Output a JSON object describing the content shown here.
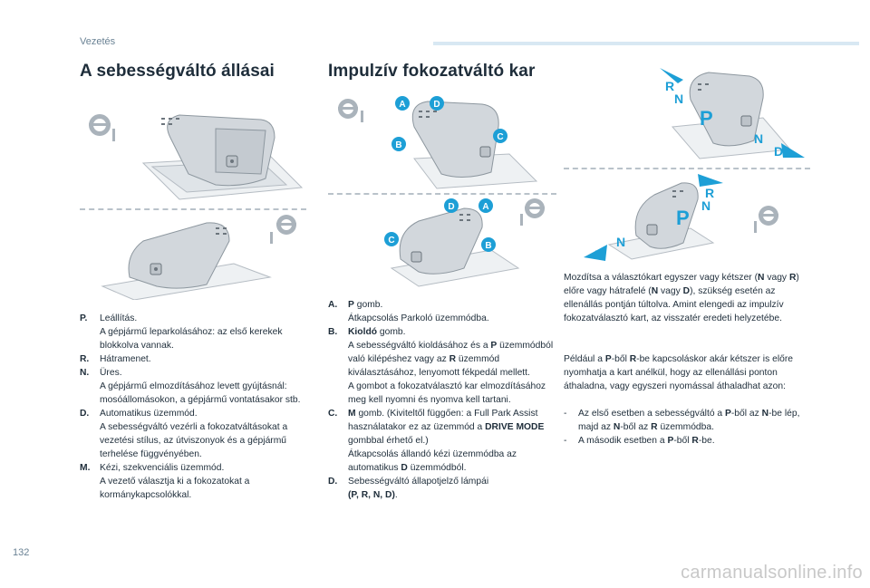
{
  "header": {
    "chapter": "Vezetés"
  },
  "left": {
    "title": "A sebességváltó állásai",
    "items": [
      {
        "key": "P.",
        "lines": [
          "Leállítás.",
          "A gépjármű leparkolásához: az első kerekek blokkolva vannak."
        ]
      },
      {
        "key": "R.",
        "lines": [
          "Hátramenet."
        ]
      },
      {
        "key": "N.",
        "lines": [
          "Üres.",
          "A gépjármű elmozdításához levett gyújtásnál: mosóállomásokon, a gépjármű vontatásakor stb."
        ]
      },
      {
        "key": "D.",
        "lines": [
          "Automatikus üzemmód.",
          "A sebességváltó vezérli a fokozatváltásokat a vezetési stílus, az útviszonyok és a gépjármű terhelése függvényében."
        ]
      },
      {
        "key": "M.",
        "lines": [
          "Kézi, szekvenciális üzemmód.",
          "A vezető választja ki a fokozatokat a kormánykapcsolókkal."
        ]
      }
    ]
  },
  "middle": {
    "title": "Impulzív fokozatváltó kar",
    "callouts": [
      "A",
      "B",
      "C",
      "D"
    ],
    "items": [
      {
        "key": "A.",
        "html": "<b>P</b> gomb.<br>Átkapcsolás Parkoló üzemmódba."
      },
      {
        "key": "B.",
        "html": "<b>Kioldó</b> gomb.<br>A sebességváltó kioldásához és a <b>P</b> üzemmódból való kilépéshez vagy az <b>R</b> üzemmód kiválasztásához, lenyomott fékpedál mellett.<br>A gombot a fokozatválasztó kar elmozdításához meg kell nyomni és nyomva kell tartani."
      },
      {
        "key": "C.",
        "html": "<b>M</b> gomb. (Kiviteltől függően: a Full Park Assist használatakor ez az üzemmód a <b>DRIVE MODE</b> gombbal érhető el.)<br>Átkapcsolás állandó kézi üzemmódba az automatikus <b>D</b> üzemmódból."
      },
      {
        "key": "D.",
        "html": "Sebességváltó állapotjelző lámpái<br><b>(P, R, N, D)</b>."
      }
    ]
  },
  "right": {
    "gear_letters": [
      "P",
      "R",
      "N",
      "D"
    ],
    "para1": "Mozdítsa a választókart egyszer vagy kétszer (<b>N</b> vagy <b>R</b>) előre vagy hátrafelé (<b>N</b> vagy <b>D</b>), szükség esetén az ellenállás pontján túltolva. Amint elengedi az impulzív fokozatválasztó kart, az visszatér eredeti helyzetébe.",
    "para2": "Például a <b>P</b>-ből <b>R</b>-be kapcsoláskor akár kétszer is előre nyomhatja a kart anélkül, hogy az ellenállási ponton áthaladna, vagy egyszeri nyomással áthaladhat azon:",
    "bullets": [
      "Az első esetben a sebességváltó a <b>P</b>-ből az <b>N</b>-be lép, majd az <b>N</b>-ből az <b>R</b> üzemmódba.",
      "A második esetben a <b>P</b>-ből <b>R</b>-be."
    ]
  },
  "footer": {
    "page_number": "132",
    "watermark": "carmanualsonline.info"
  },
  "colors": {
    "accent": "#1d9fd6",
    "text": "#1e2d3a",
    "figure_gray": "#b5bcc3",
    "dash": "#b9c2ca"
  }
}
